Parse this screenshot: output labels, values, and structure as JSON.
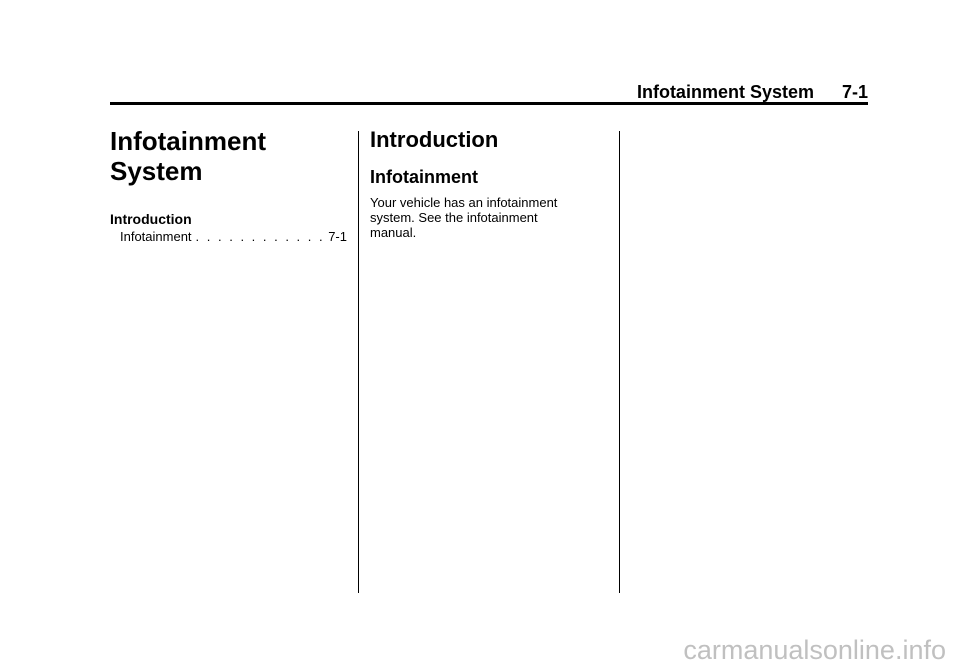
{
  "header": {
    "section_title": "Infotainment System",
    "page_number": "7-1"
  },
  "chapter": {
    "title_line1": "Infotainment",
    "title_line2": "System"
  },
  "toc": {
    "section_heading": "Introduction",
    "entries": [
      {
        "label": "Infotainment",
        "leader": "  . . . . . . . . . . . . . . . . . . . . . . . . . . . . . . . . . .",
        "page": "7-1"
      }
    ]
  },
  "content": {
    "section_heading": "Introduction",
    "subsection_heading": "Infotainment",
    "body_line1": "Your vehicle has an infotainment",
    "body_line2": "system. See the infotainment",
    "body_line3": "manual."
  },
  "watermark": "carmanualsonline.info"
}
